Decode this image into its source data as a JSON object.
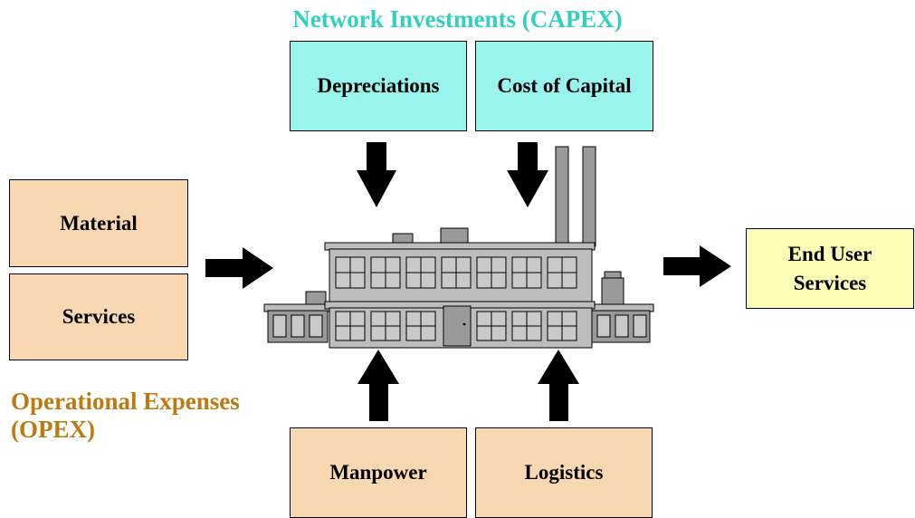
{
  "capex": {
    "heading": "Network Investments (CAPEX)",
    "boxes": {
      "depreciations": "Depreciations",
      "cost_of_capital": "Cost of Capital"
    }
  },
  "opex": {
    "heading": "Operational Expenses\n(OPEX)",
    "boxes": {
      "material": "Material",
      "services": "Services",
      "manpower": "Manpower",
      "logistics": "Logistics"
    }
  },
  "output": {
    "label": "End User\nServices"
  },
  "colors": {
    "capex_heading": "#33cfc1",
    "capex_fill": "#99f4ee",
    "opex_heading": "#bc7a12",
    "opex_fill": "#f8d8b0",
    "output_fill": "#fdfdb8"
  },
  "icons": {
    "center": "factory-icon",
    "arrows": "arrow-icon"
  }
}
